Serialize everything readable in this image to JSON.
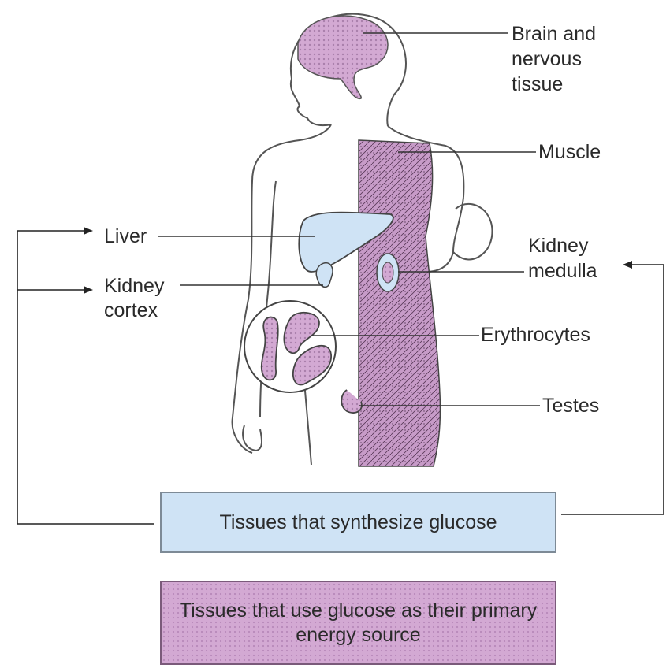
{
  "labels": {
    "brain": "Brain and\nnervous\ntissue",
    "muscle": "Muscle",
    "liver": "Liver",
    "kidney_cortex": "Kidney\ncortex",
    "kidney_medulla": "Kidney\nmedulla",
    "erythrocytes": "Erythrocytes",
    "testes": "Testes"
  },
  "legend": {
    "synthesize": "Tissues that synthesize glucose",
    "use": "Tissues that use glucose as their primary energy source"
  },
  "colors": {
    "synthesize_fill": "#cfe3f5",
    "use_fill": "#d3a9d3"
  }
}
